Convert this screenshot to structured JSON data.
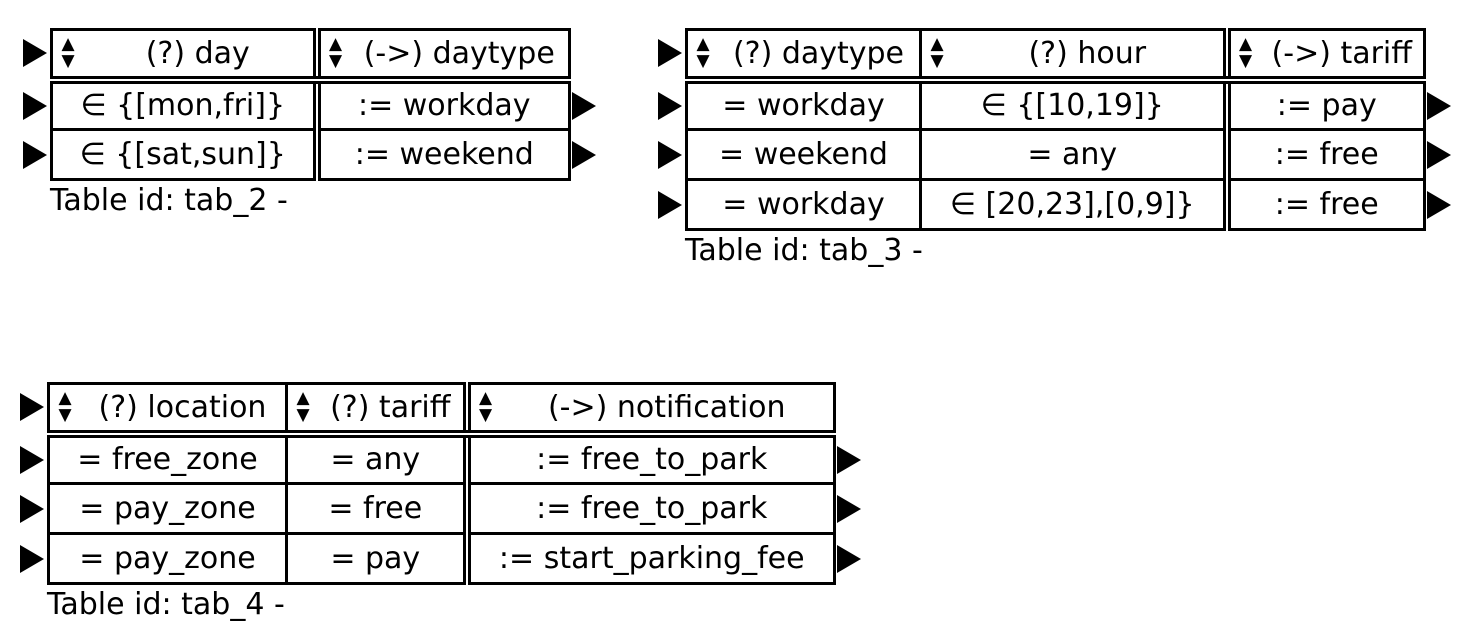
{
  "tables": [
    {
      "columns": [
        {
          "label": "(?) day",
          "kind": "input"
        },
        {
          "label": "(->) daytype",
          "kind": "output"
        }
      ],
      "rows": [
        [
          "∈ {[mon,fri]}",
          ":= workday"
        ],
        [
          "∈ {[sat,sun]}",
          ":= weekend"
        ]
      ],
      "caption": "Table id: tab_2 -"
    },
    {
      "columns": [
        {
          "label": "(?) daytype",
          "kind": "input"
        },
        {
          "label": "(?) hour",
          "kind": "input"
        },
        {
          "label": "(->) tariff",
          "kind": "output"
        }
      ],
      "rows": [
        [
          "= workday",
          "∈ {[10,19]}",
          ":= pay"
        ],
        [
          "= weekend",
          "= any",
          ":= free"
        ],
        [
          "= workday",
          "∈ [20,23],[0,9]}",
          ":= free"
        ]
      ],
      "caption": "Table id: tab_3 -"
    },
    {
      "columns": [
        {
          "label": "(?) location",
          "kind": "input"
        },
        {
          "label": "(?) tariff",
          "kind": "input"
        },
        {
          "label": "(->) notification",
          "kind": "output"
        }
      ],
      "rows": [
        [
          "= free_zone",
          "= any",
          ":= free_to_park"
        ],
        [
          "= pay_zone",
          "= free",
          ":= free_to_park"
        ],
        [
          "= pay_zone",
          "= pay",
          ":= start_parking_fee"
        ]
      ],
      "caption": "Table id: tab_4 -"
    }
  ],
  "icons": {
    "sort": "sort-up-down-icon",
    "row_in": "triangle-right-icon",
    "row_out": "triangle-right-icon"
  },
  "sort_glyphs": {
    "up": "▲",
    "down": "▼"
  }
}
